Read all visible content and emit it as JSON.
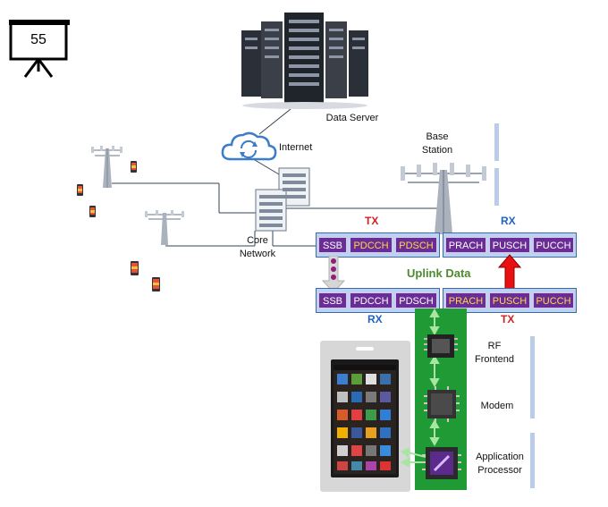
{
  "slide_number": "55",
  "labels": {
    "data_server": "Data Server",
    "internet": "Internet",
    "core_network": "Core\nNetwork",
    "base_station": "Base\nStation",
    "uplink_data": "Uplink Data",
    "rf_frontend": "RF\nFrontend",
    "modem": "Modem",
    "application_processor": "Application\nProcessor"
  },
  "base_station_side": {
    "tx_label": "TX",
    "rx_label": "RX",
    "tx_channels": [
      "SSB",
      "PDCCH",
      "PDSCH"
    ],
    "rx_channels": [
      "PRACH",
      "PUSCH",
      "PUCCH"
    ]
  },
  "ue_side": {
    "rx_label": "RX",
    "tx_label": "TX",
    "rx_channels": [
      "SSB",
      "PDCCH",
      "PDSCH"
    ],
    "tx_channels": [
      "PRACH",
      "PUSCH",
      "PUCCH"
    ]
  },
  "colors": {
    "channel_bg": "#6a2d95",
    "tx": "#d42020",
    "rx": "#1f63c4",
    "uplink": "#4e8a2e",
    "bar_bg": "#bcd2f0",
    "board": "#1f9a35"
  }
}
